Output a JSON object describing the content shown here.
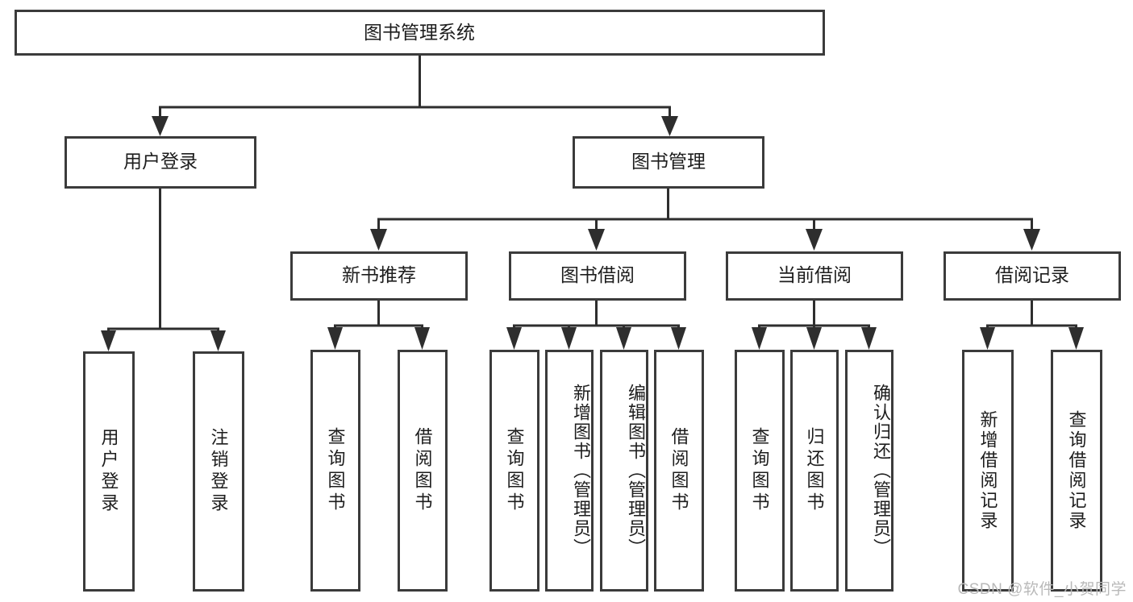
{
  "diagram": {
    "type": "tree",
    "title": "图书管理系统",
    "watermark": "CSDN @软件_小贺同学",
    "style": {
      "box_fill": "#ffffff",
      "box_stroke": "#3b3b3b",
      "connector_color": "#2e2e2e",
      "text_color": "#1d1d1d",
      "watermark_color": "#b9b9b9",
      "background": "#ffffff"
    },
    "root": {
      "id": "root",
      "label": "图书管理系统",
      "orientation": "horizontal"
    },
    "level2": [
      {
        "id": "user-login",
        "label": "用户登录",
        "orientation": "horizontal"
      },
      {
        "id": "book-management",
        "label": "图书管理",
        "orientation": "horizontal"
      }
    ],
    "level3": [
      {
        "id": "new-book-recommend",
        "label": "新书推荐",
        "orientation": "horizontal",
        "parent": "book-management"
      },
      {
        "id": "book-borrow",
        "label": "图书借阅",
        "orientation": "horizontal",
        "parent": "book-management"
      },
      {
        "id": "current-borrow",
        "label": "当前借阅",
        "orientation": "horizontal",
        "parent": "book-management"
      },
      {
        "id": "borrow-record",
        "label": "借阅记录",
        "orientation": "horizontal",
        "parent": "book-management"
      }
    ],
    "leaves": [
      {
        "id": "leaf-user-login",
        "label": "用户登录",
        "parent": "user-login",
        "orientation": "vertical"
      },
      {
        "id": "leaf-user-logout",
        "label": "注销登录",
        "parent": "user-login",
        "orientation": "vertical"
      },
      {
        "id": "leaf-query-book-1",
        "label": "查询图书",
        "parent": "new-book-recommend",
        "orientation": "vertical"
      },
      {
        "id": "leaf-borrow-book-1",
        "label": "借阅图书",
        "parent": "new-book-recommend",
        "orientation": "vertical"
      },
      {
        "id": "leaf-query-book-2",
        "label": "查询图书",
        "parent": "book-borrow",
        "orientation": "vertical"
      },
      {
        "id": "leaf-add-book",
        "label": "新增图书（管理员）",
        "parent": "book-borrow",
        "orientation": "vertical"
      },
      {
        "id": "leaf-edit-book",
        "label": "编辑图书（管理员）",
        "parent": "book-borrow",
        "orientation": "vertical"
      },
      {
        "id": "leaf-borrow-book-2",
        "label": "借阅图书",
        "parent": "book-borrow",
        "orientation": "vertical"
      },
      {
        "id": "leaf-query-book-3",
        "label": "查询图书",
        "parent": "current-borrow",
        "orientation": "vertical"
      },
      {
        "id": "leaf-return-book",
        "label": "归还图书",
        "parent": "current-borrow",
        "orientation": "vertical"
      },
      {
        "id": "leaf-confirm-return",
        "label": "确认归还（管理员）",
        "parent": "current-borrow",
        "orientation": "vertical"
      },
      {
        "id": "leaf-add-record",
        "label": "新增借阅记录",
        "parent": "borrow-record",
        "orientation": "vertical"
      },
      {
        "id": "leaf-query-record",
        "label": "查询借阅记录",
        "parent": "borrow-record",
        "orientation": "vertical"
      }
    ]
  }
}
